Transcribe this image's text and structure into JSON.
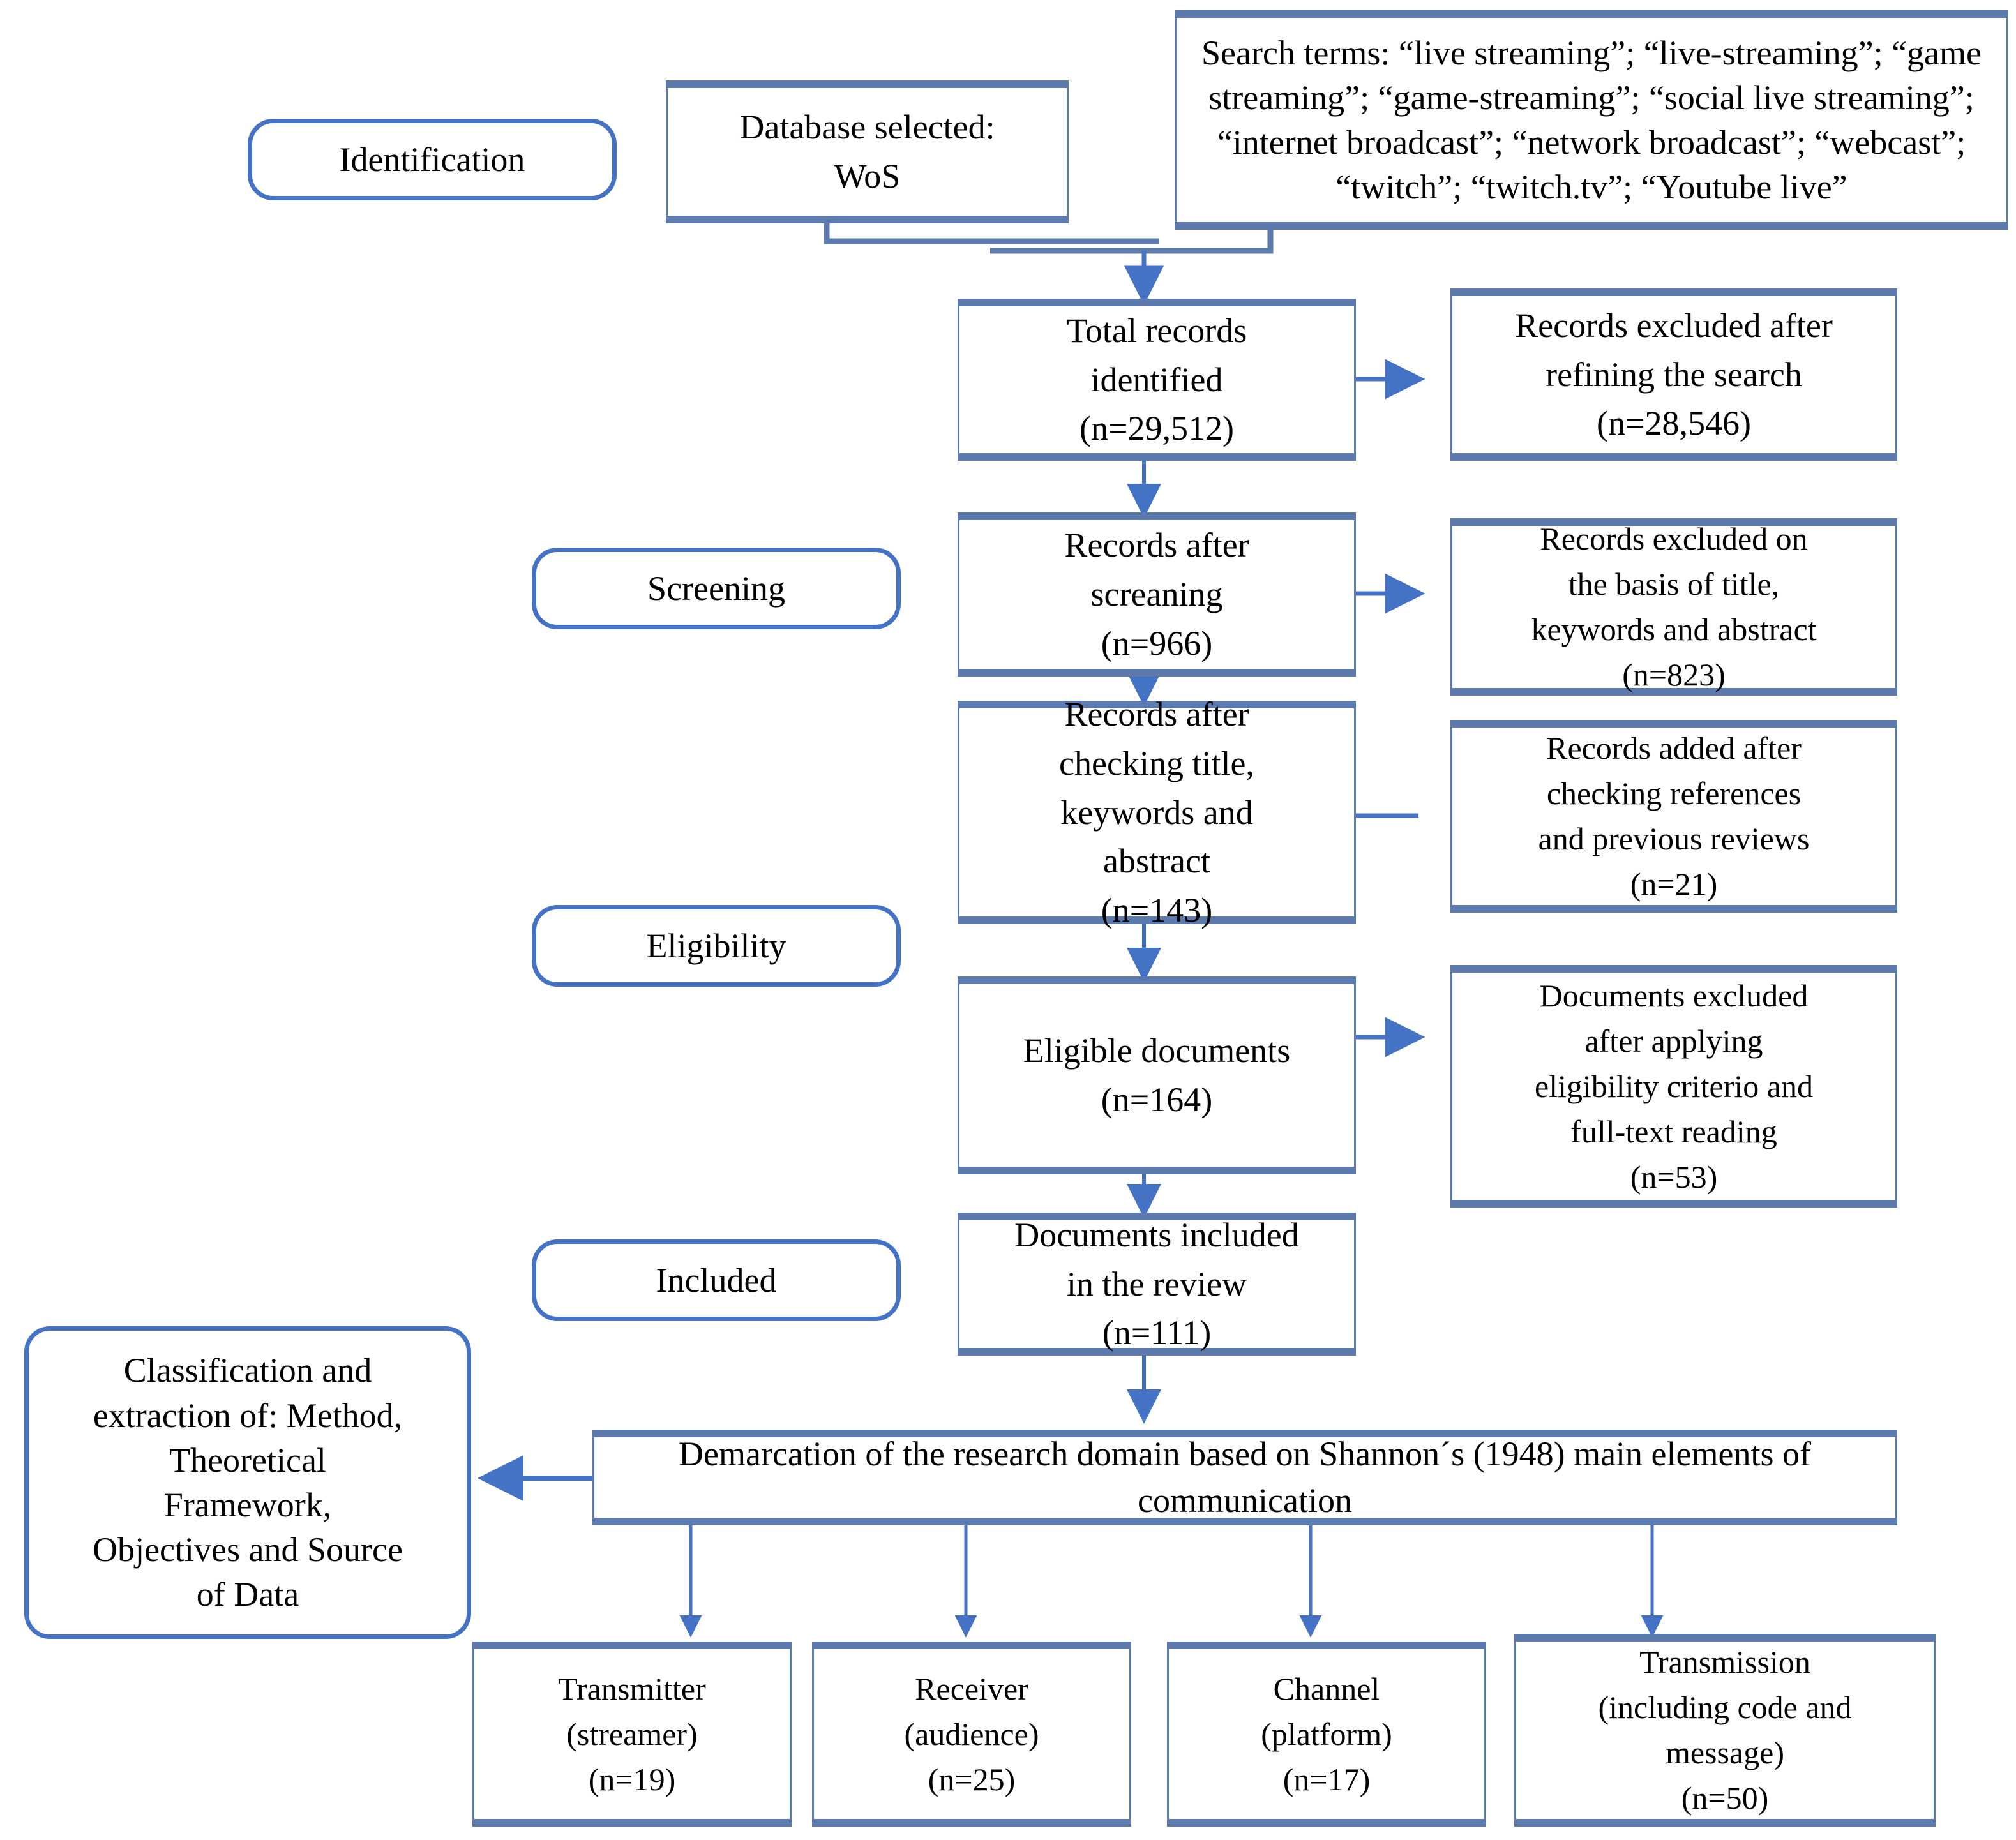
{
  "diagram": {
    "title": "PRISMA flow diagram of the literature selection process",
    "accent_color": "#5C7AAB",
    "pill_color": "#4472C4",
    "arrow_color": "#4472C4",
    "background": "#ffffff"
  },
  "stage_labels": {
    "identification": "Identification",
    "screening": "Screening",
    "eligibility": "Eligibility",
    "included": "Included"
  },
  "nodes": {
    "database": "Database selected:\nWoS",
    "search_terms": "Search terms: “live streaming”; “live-streaming”; “game streaming”; “game-streaming”; “social live streaming”; “internet broadcast”; “network broadcast”; “webcast”; “twitch”; “twitch.tv”; “Youtube live”",
    "total_records": "Total records\nidentified\n(n=29,512)",
    "excluded_refining": "Records excluded after\nrefining the search\n(n=28,546)",
    "records_after_screening": "Records after\nscreaning\n(n=966)",
    "excluded_title": "Records excluded on\nthe basis of title,\nkeywords and abstract\n(n=823)",
    "records_after_checking": "Records after\nchecking title,\nkeywords and\nabstract\n(n=143)",
    "records_added": "Records added after\nchecking references\nand previous reviews\n(n=21)",
    "eligible_documents": "Eligible documents\n(n=164)",
    "documents_excluded": "Documents excluded\nafter applying\neligibility criterio and\nfull-text reading\n(n=53)",
    "documents_included": "Documents included\nin the review\n(n=111)",
    "classification": "Classification and\nextraction of: Method,\nTheoretical\nFramework,\nObjectives and Source\nof Data",
    "demarcation": "Demarcation of the research domain based on Shannon´s (1948) main elements of communication"
  },
  "shannon_elements": [
    {
      "label": "Transmitter\n(streamer)\n(n=19)",
      "name": "transmitter",
      "count": 19
    },
    {
      "label": "Receiver\n(audience)\n(n=25)",
      "name": "receiver",
      "count": 25
    },
    {
      "label": "Channel\n(platform)\n(n=17)",
      "name": "channel",
      "count": 17
    },
    {
      "label": "Transmission\n(including code and\nmessage)\n(n=50)",
      "name": "transmission",
      "count": 50
    }
  ],
  "counts": {
    "total_records_identified": 29512,
    "excluded_after_refining": 28546,
    "records_after_screening": 966,
    "excluded_title_keywords_abstract": 823,
    "records_after_checking": 143,
    "records_added_references": 21,
    "eligible_documents": 164,
    "documents_excluded_eligibility": 53,
    "documents_included_review": 111
  }
}
